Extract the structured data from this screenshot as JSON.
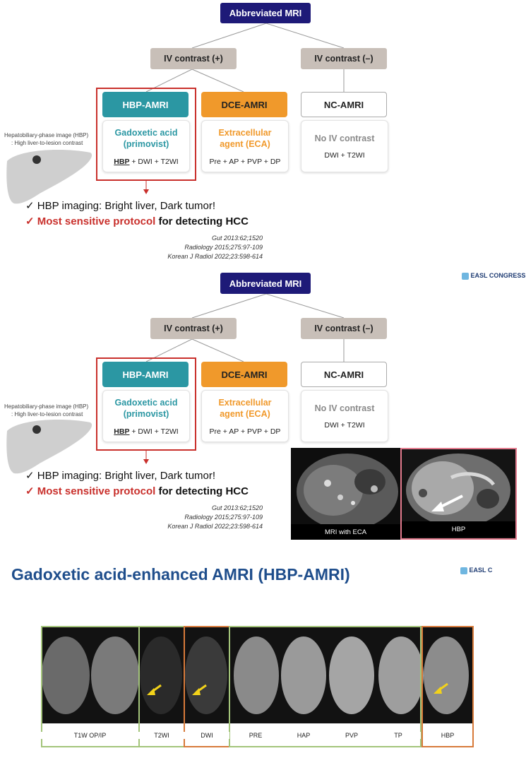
{
  "flow": {
    "title": "Abbreviated MRI",
    "iv_plus": "IV contrast (+)",
    "iv_minus": "IV contrast (–)",
    "hbp": {
      "header": "HBP-AMRI",
      "agent_line1": "Gadoxetic acid",
      "agent_line2": "(primovist)",
      "seq_hbp": "HBP",
      "seq_rest": " + DWI + T2WI"
    },
    "dce": {
      "header": "DCE-AMRI",
      "agent_line1": "Extracellular",
      "agent_line2": "agent (ECA)",
      "seq": "Pre + AP + PVP + DP"
    },
    "nc": {
      "header": "NC-AMRI",
      "agent": "No IV contrast",
      "seq": "DWI + T2WI"
    },
    "liver_caption_1": "Hepatobiliary-phase image (HBP)",
    "liver_caption_2": ": High liver-to-lesion contrast",
    "bullet1": "HBP imaging: Bright liver, Dark tumor!",
    "bullet2_red": "Most sensitive protocol",
    "bullet2_rest": " for detecting HCC",
    "check": "✓",
    "refs": [
      "Gut 2013:62;1520",
      "Radiology 2015;275:97-109",
      "Korean J Radiol 2022;23:598-614"
    ]
  },
  "easl_logo": "EASL CONGRESS",
  "easl_logo_short": "EASL C",
  "mri_panel": {
    "label_left": "MRI with ECA",
    "label_right": "HBP"
  },
  "slide3": {
    "title": "Gadoxetic acid-enhanced AMRI (HBP-AMRI)",
    "labels": [
      "T1W OP/IP",
      "T2WI",
      "DWI",
      "PRE",
      "HAP",
      "PVP",
      "TP",
      "HBP"
    ]
  },
  "colors": {
    "navy": "#1e1a78",
    "teal": "#2b97a3",
    "orange": "#f0992b",
    "red": "#c9302c",
    "title_blue": "#1f4e8c",
    "green_frame": "#a3c47a"
  }
}
